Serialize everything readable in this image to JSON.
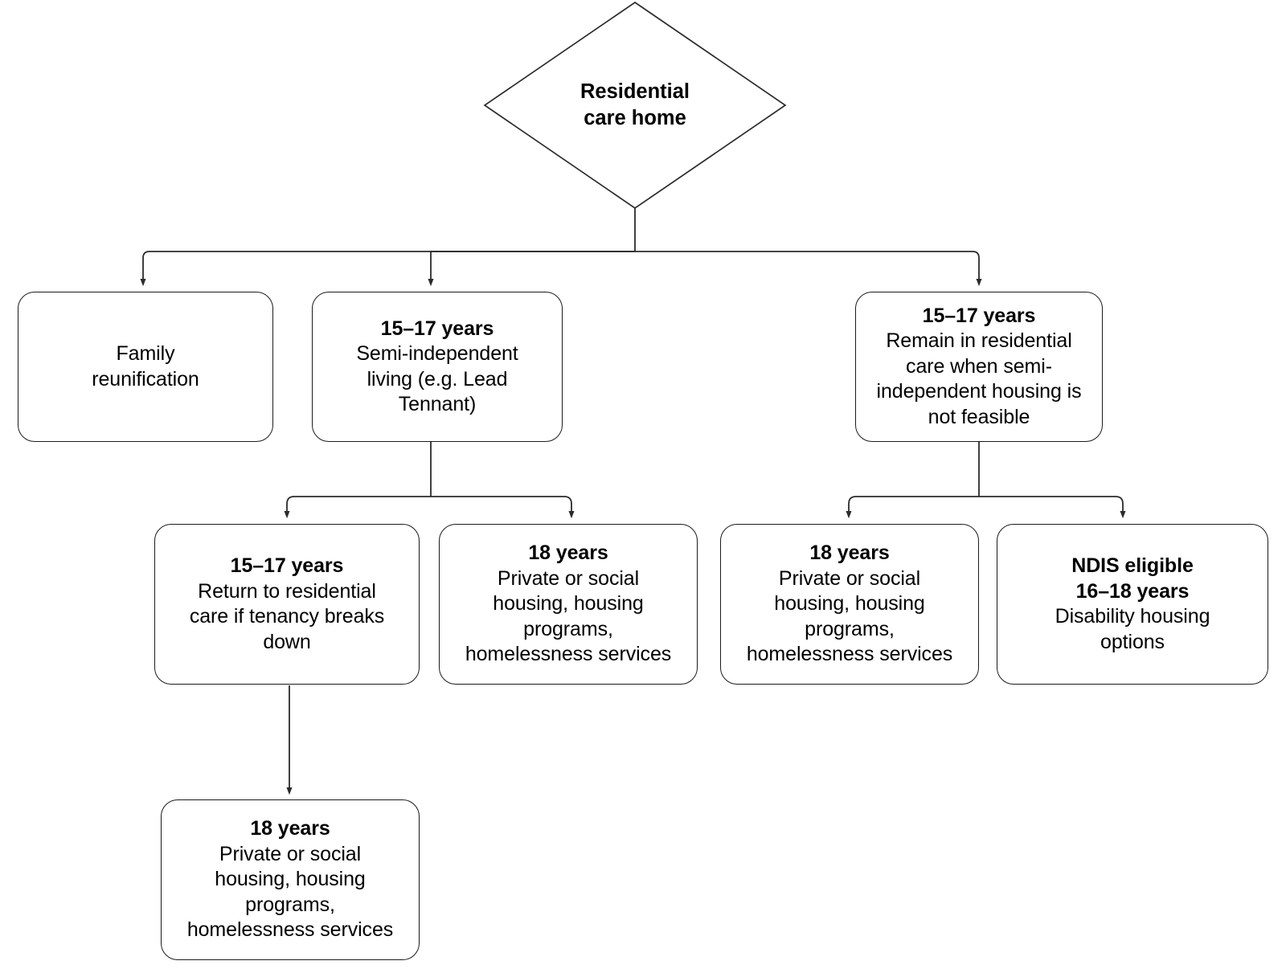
{
  "diagram": {
    "title": "Residential care home pathways flowchart",
    "line_color": "#2b2b2b",
    "box_border_color": "#1b1b1b",
    "background": "#ffffff",
    "root": {
      "label": "Residential\ncare home",
      "shape": "diamond"
    },
    "nodes": [
      {
        "id": "family-reunification",
        "title": "",
        "body": "Family\nreunification"
      },
      {
        "id": "semi-independent-living",
        "title": "15–17 years",
        "body": "Semi-independent\nliving (e.g. Lead\nTennant)"
      },
      {
        "id": "remain-in-residential-care",
        "title": "15–17 years",
        "body": "Remain in residential\ncare when semi-\nindependent housing is\nnot feasible"
      },
      {
        "id": "return-to-residential-care",
        "title": "15–17 years",
        "body": "Return to residential\ncare if tenancy breaks\ndown"
      },
      {
        "id": "housing-18-years-left",
        "title": "18 years",
        "body": "Private or social\nhousing, housing\nprograms,\nhomelessness services"
      },
      {
        "id": "housing-18-years-right",
        "title": "18 years",
        "body": "Private or social\nhousing, housing\nprograms,\nhomelessness services"
      },
      {
        "id": "ndis-eligible",
        "title": "NDIS eligible\n16–18 years",
        "body": "Disability housing\noptions"
      },
      {
        "id": "housing-18-years-bottom",
        "title": "18 years",
        "body": "Private or social\nhousing, housing\nprograms,\nhomelessness services"
      }
    ]
  }
}
